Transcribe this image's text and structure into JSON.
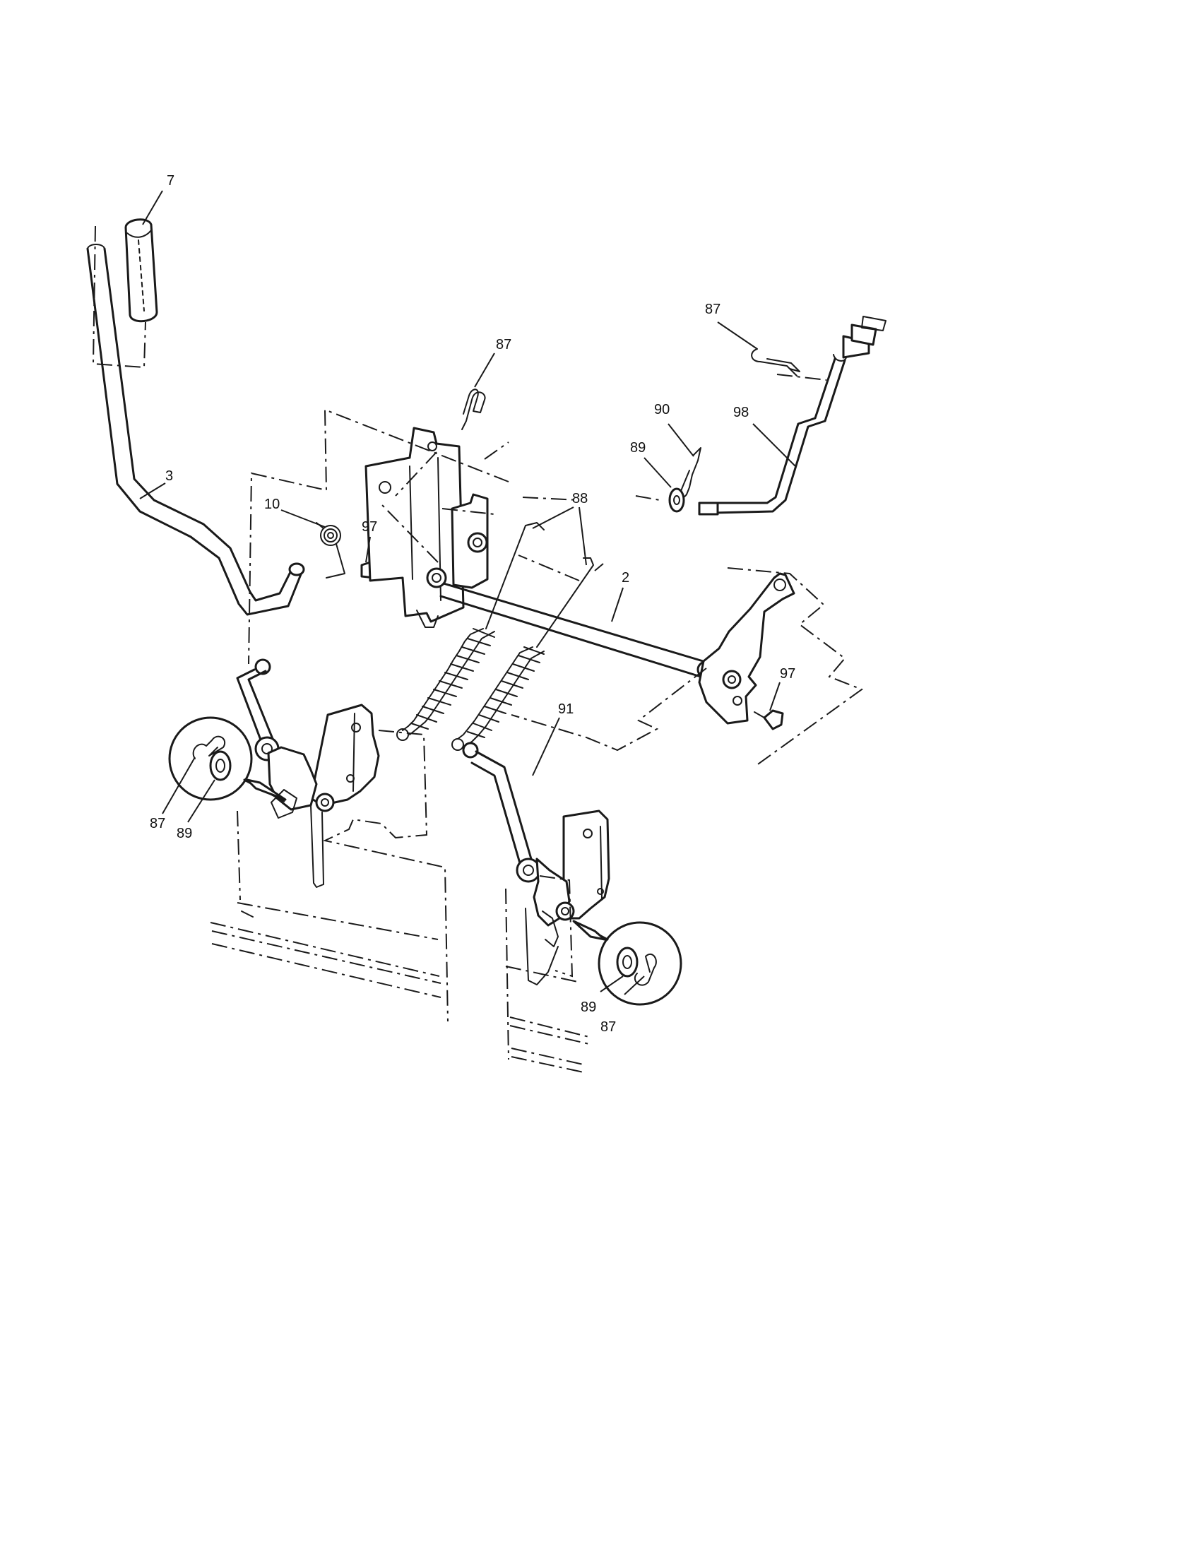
{
  "diagram": {
    "callouts": {
      "c7": "7",
      "c87_top_center": "87",
      "c87_top_right": "87",
      "c3": "3",
      "c10": "10",
      "c97_left": "97",
      "c88": "88",
      "c90": "90",
      "c98": "98",
      "c89_top": "89",
      "c2": "2",
      "c97_right": "97",
      "c91": "91",
      "c87_left_circle": "87",
      "c89_left_circle": "89",
      "c89_right_circle": "89",
      "c87_right_circle": "87"
    }
  }
}
